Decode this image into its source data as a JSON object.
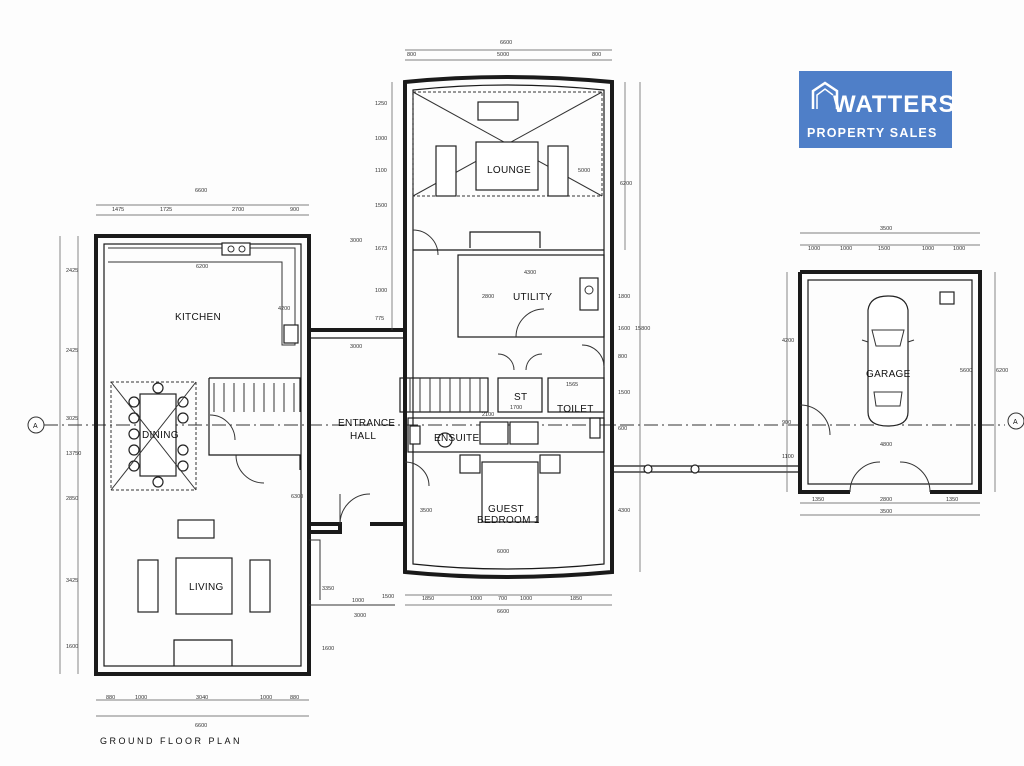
{
  "plan_title": "GROUND FLOOR PLAN",
  "brand": {
    "name_line1": "WATTERS",
    "name_line2": "PROPERTY SALES",
    "color": "#4f7fc8"
  },
  "rooms": {
    "lounge": "LOUNGE",
    "kitchen": "KITCHEN",
    "utility": "UTILITY",
    "dining": "DINING",
    "entrance_line1": "ENTRANCE",
    "entrance_line2": "HALL",
    "st": "ST",
    "toilet": "TOILET",
    "ensuite": "ENSUITE",
    "guest_line1": "GUEST",
    "guest_line2": "BEDROOM 1",
    "living": "LIVING",
    "garage": "GARAGE"
  },
  "section_marker": "A",
  "dimensions": {
    "lounge_top_total": "6600",
    "lounge_top_a": "800",
    "lounge_top_b": "5000",
    "lounge_top_c": "800",
    "lounge_right_a": "6200",
    "lounge_right_b": "15800",
    "lounge_left_a": "1250",
    "lounge_left_b": "1000",
    "lounge_left_c": "1100",
    "lounge_left_d": "1500",
    "lounge_left_e": "1673",
    "lounge_left_f": "1000",
    "lounge_left_g": "775",
    "lounge_inner_h": "5000",
    "kitchen_top_total": "6600",
    "kitchen_top_a": "1475",
    "kitchen_top_b": "1725",
    "kitchen_top_c": "2700",
    "kitchen_top_d": "900",
    "kitchen_inner_w": "6200",
    "kitchen_inner_h": "4200",
    "link_a": "3000",
    "link_b": "3000",
    "link_c": "3000",
    "utility_w": "4300",
    "utility_h": "2800",
    "utility_right": "1800",
    "utility_right_b": "1600",
    "left_total": "13750",
    "left_a": "2425",
    "left_b": "2425",
    "left_c": "3025",
    "left_d": "2850",
    "left_e": "3425",
    "left_f": "1600",
    "bottom_total": "6600",
    "bottom_a": "880",
    "bottom_b": "1000",
    "bottom_c": "3040",
    "bottom_d": "1000",
    "bottom_e": "880",
    "living_inner_h": "6300",
    "hall_bottom_a": "1000",
    "hall_bottom_b": "1500",
    "hall_left_a": "3350",
    "hall_left_b": "1600",
    "guest_bottom_total": "6600",
    "guest_bottom_a": "1850",
    "guest_bottom_b": "1000",
    "guest_bottom_c": "700",
    "guest_bottom_d": "1000",
    "guest_bottom_e": "1850",
    "guest_inner_w": "6000",
    "guest_inner_h": "3500",
    "guest_right": "4300",
    "st_w": "1700",
    "toilet_w": "1565",
    "ensuite_w": "2100",
    "right_mid_a": "800",
    "right_mid_b": "1500",
    "right_mid_c": "600",
    "garage_top_total": "3500",
    "garage_top_a": "1000",
    "garage_top_b": "1000",
    "garage_top_c": "1500",
    "garage_top_d": "1000",
    "garage_top_e": "1000",
    "garage_right_a": "6200",
    "garage_right_b": "5600",
    "garage_left_a": "4200",
    "garage_left_b": "900",
    "garage_left_c": "1100",
    "garage_inner_w": "4800",
    "garage_bottom_a": "1350",
    "garage_bottom_b": "2800",
    "garage_bottom_c": "1350",
    "garage_bottom_total": "3500"
  }
}
